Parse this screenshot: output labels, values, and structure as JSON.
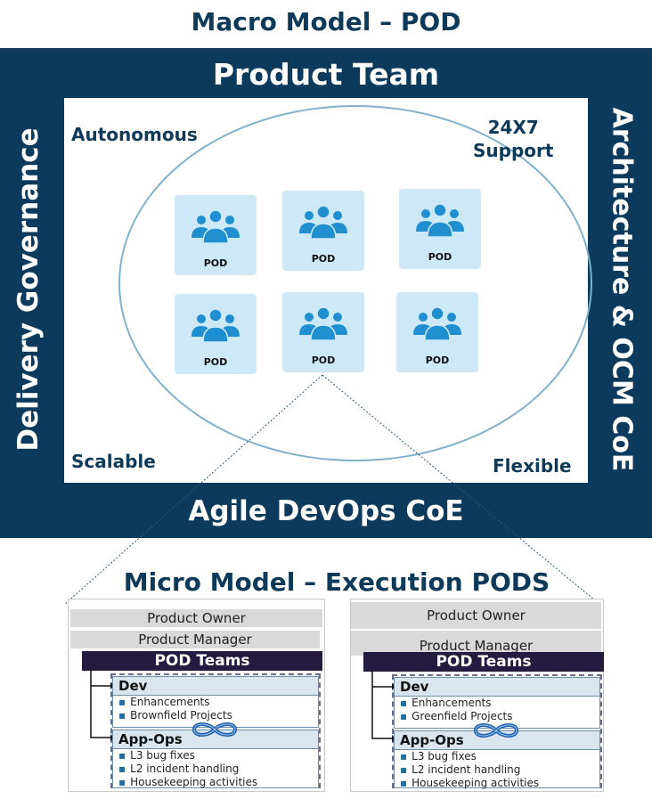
{
  "title": "Macro Model – POD",
  "frame": {
    "top": "Product Team",
    "bottom": "Agile DevOps CoE",
    "left": "Delivery Governance",
    "right": "Architecture & OCM CoE"
  },
  "corners": {
    "top_left": "Autonomous",
    "top_right_line1": "24X7",
    "top_right_line2": "Support",
    "bottom_left": "Scalable",
    "bottom_right": "Flexible"
  },
  "pods": [
    {
      "label": "POD",
      "icon": "people-group-icon"
    },
    {
      "label": "POD",
      "icon": "people-group-icon"
    },
    {
      "label": "POD",
      "icon": "people-group-icon"
    },
    {
      "label": "POD",
      "icon": "people-group-icon"
    },
    {
      "label": "POD",
      "icon": "people-group-icon"
    },
    {
      "label": "POD",
      "icon": "people-group-icon"
    }
  ],
  "micro_title": "Micro Model – Execution PODS",
  "panels": [
    {
      "owner": "Product Owner",
      "manager": "Product Manager",
      "teams": "POD  Teams",
      "dev": {
        "heading": "Dev",
        "items": [
          "Enhancements",
          "Brownfield Projects"
        ]
      },
      "ops": {
        "heading": "App-Ops",
        "items": [
          "L3 bug fixes",
          "L2 incident handling",
          "Housekeeping activities"
        ]
      }
    },
    {
      "owner": "Product Owner",
      "manager": "Product Manager",
      "teams": "POD  Teams",
      "dev": {
        "heading": "Dev",
        "items": [
          "Enhancements",
          "Greenfield Projects"
        ]
      },
      "ops": {
        "heading": "App-Ops",
        "items": [
          "L3 bug fixes",
          "L2 incident handling",
          "Housekeeping activities"
        ]
      }
    }
  ],
  "colors": {
    "navy": "#0b3a5c",
    "pod_fill": "#cde9f7",
    "icon_blue": "#1f8fcf",
    "team_bar": "#251a3f"
  }
}
